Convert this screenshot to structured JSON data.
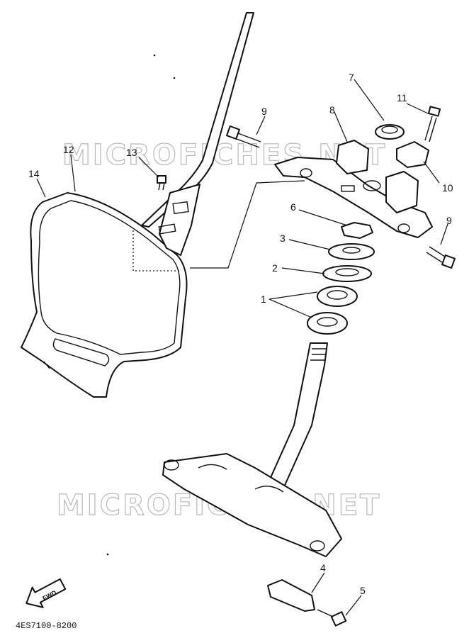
{
  "watermarks": [
    "MICROFICHES.NET",
    "MICROFICHES.NET"
  ],
  "callouts": [
    "1",
    "2",
    "3",
    "4",
    "5",
    "6",
    "7",
    "8",
    "9",
    "9",
    "10",
    "11",
    "12",
    "13",
    "14"
  ],
  "fwd_label": "FWD",
  "diagram_code": "4ES7100-8200"
}
